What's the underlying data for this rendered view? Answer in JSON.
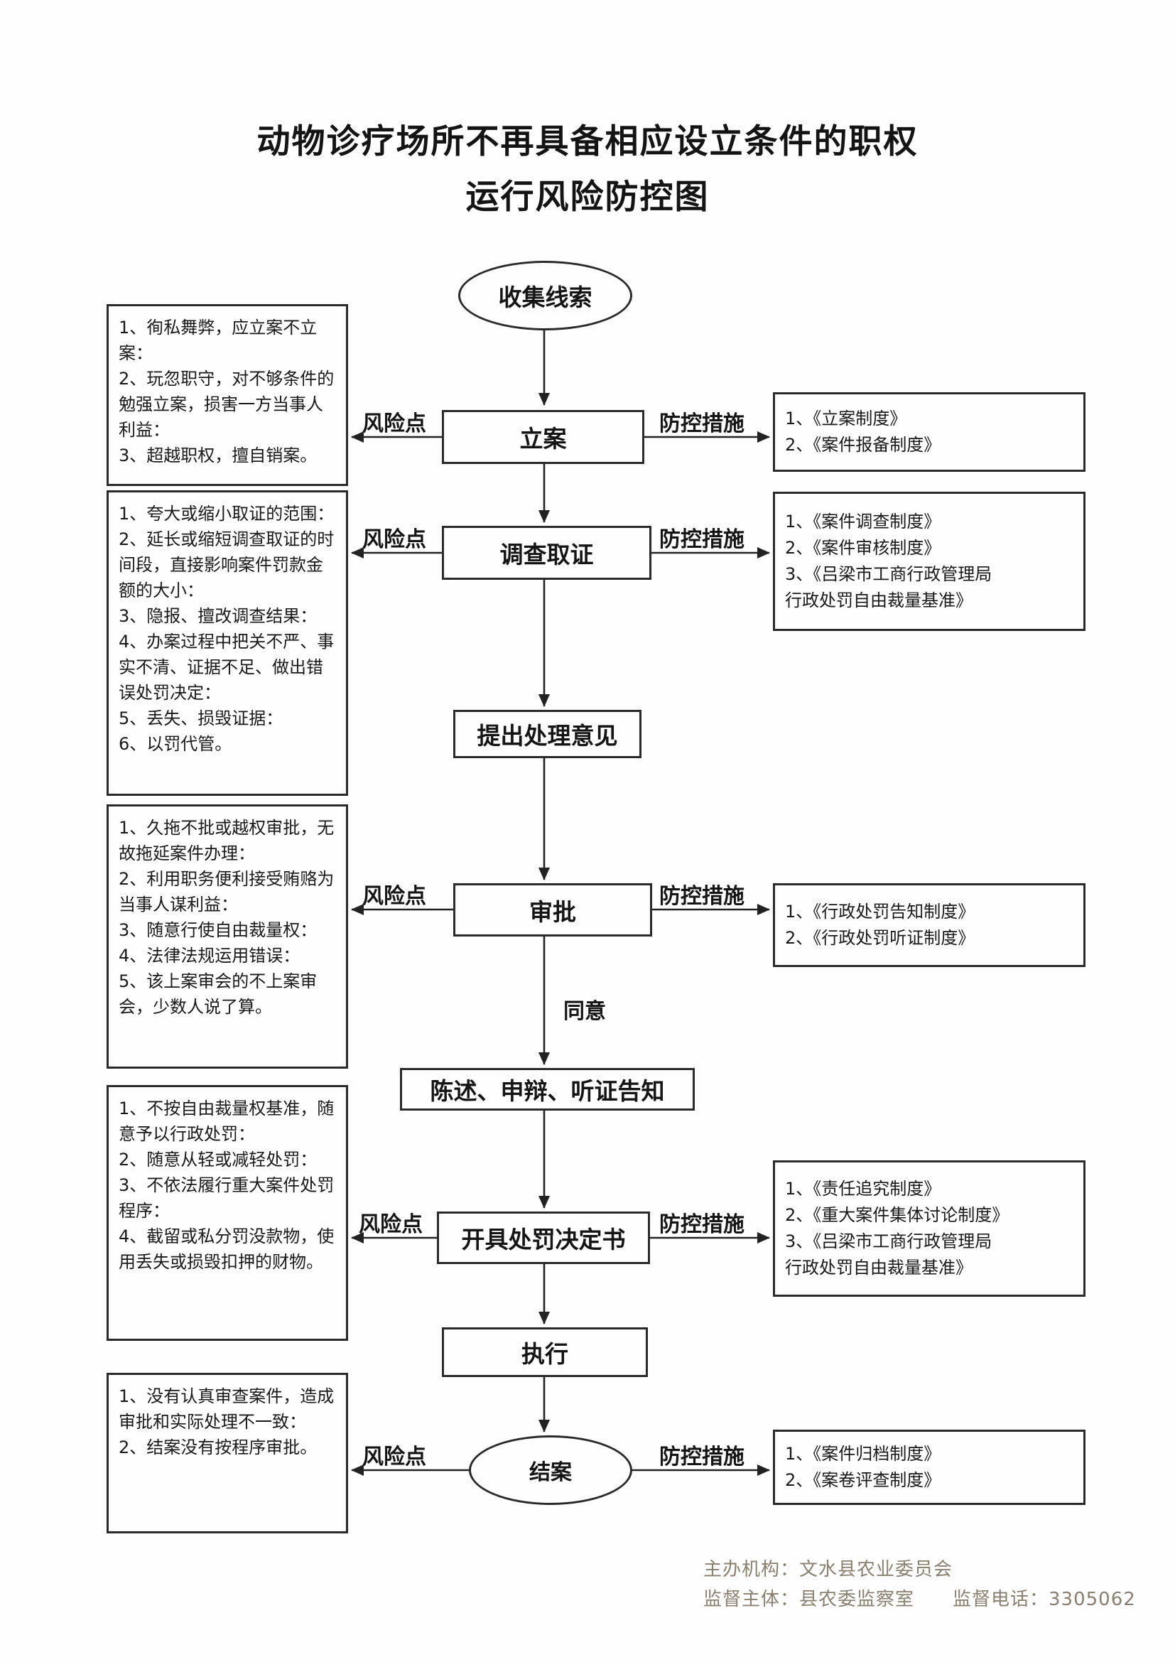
{
  "title": {
    "line1": "动物诊疗场所不再具备相应设立条件的职权",
    "line2": "运行风险防控图"
  },
  "labels": {
    "risk_point": "风险点",
    "prevention": "防控措施",
    "agree": "同意"
  },
  "nodes": {
    "start": "收集线索",
    "filing": "立案",
    "investigation": "调查取证",
    "opinion": "提出处理意见",
    "approval": "审批",
    "notification": "陈述、申辩、听证告知",
    "decision": "开具处罚决定书",
    "execution": "执行",
    "closing": "结案"
  },
  "risk_boxes": [
    "1、徇私舞弊，应立案不立案：\n2、玩忽职守，对不够条件的勉强立案，损害一方当事人利益：\n3、超越职权，擅自销案。",
    "1、夸大或缩小取证的范围：\n2、延长或缩短调查取证的时间段，直接影响案件罚款金额的大小：\n3、隐报、擅改调查结果：\n4、办案过程中把关不严、事实不清、证据不足、做出错误处罚决定：\n5、丢失、损毁证据：\n6、以罚代管。",
    "1、久拖不批或越权审批，无故拖延案件办理：\n2、利用职务便利接受贿赂为当事人谋利益：\n3、随意行使自由裁量权：\n4、法律法规运用错误：\n5、该上案审会的不上案审会，少数人说了算。",
    "1、不按自由裁量权基准，随意予以行政处罚：\n2、随意从轻或减轻处罚：\n3、不依法履行重大案件处罚程序：\n4、截留或私分罚没款物，使用丢失或损毁扣押的财物。",
    "1、没有认真审查案件，造成审批和实际处理不一致：\n2、结案没有按程序审批。"
  ],
  "measure_boxes": [
    "1、《立案制度》\n2、《案件报备制度》",
    "1、《案件调查制度》\n2、《案件审核制度》\n3、《吕梁市工商行政管理局\n行政处罚自由裁量基准》",
    "1、《行政处罚告知制度》\n2、《行政处罚听证制度》",
    "1、《责任追究制度》\n2、《重大案件集体讨论制度》\n3、《吕梁市工商行政管理局\n行政处罚自由裁量基准》",
    "1、《案件归档制度》\n2、《案卷评查制度》"
  ],
  "footer": {
    "line1": "主办机构：文水县农业委员会",
    "line2": "监督主体：县农委监察室　　监督电话：3305062"
  }
}
